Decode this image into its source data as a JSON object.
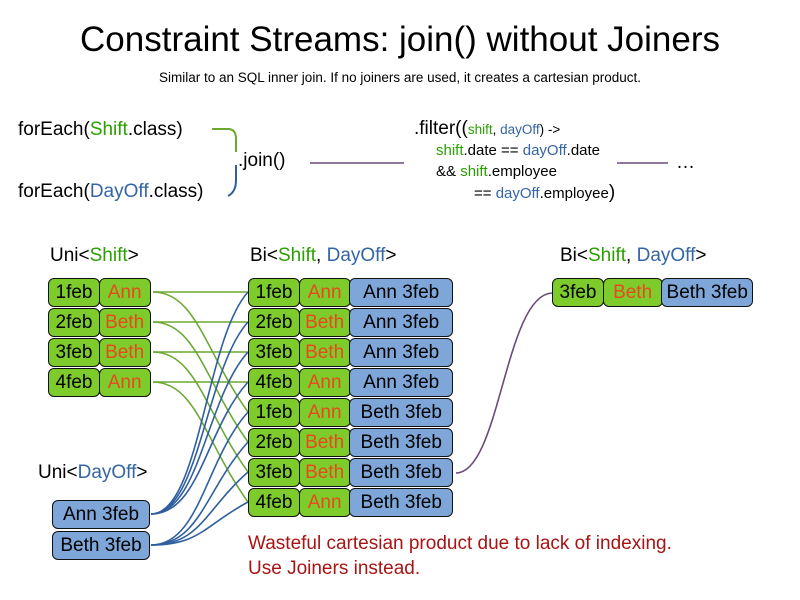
{
  "header": {
    "title": "Constraint Streams: join() without Joiners",
    "subtitle": "Similar to an SQL inner join. If no joiners are used, it creates a cartesian product."
  },
  "code": {
    "foreach_shift": {
      "prefix": "forEach(",
      "type": "Shift",
      "suffix": ".class)"
    },
    "foreach_dayoff": {
      "prefix": "forEach(",
      "type": "DayOff",
      "suffix": ".class)"
    },
    "join_label": ".join()",
    "ellipsis": "…",
    "filter": {
      "line1_prefix": ".filter((",
      "line1_param1": "shift",
      "line1_comma": ", ",
      "line1_param2": "dayOff",
      "line1_suffix": ") ->",
      "line2_a": "shift",
      "line2_b": ".date == ",
      "line2_c": "dayOff",
      "line2_d": ".date",
      "line3_a": "&& ",
      "line3_b": "shift",
      "line3_c": ".employee",
      "line4_a": "== ",
      "line4_b": "dayOff",
      "line4_c": ".employee",
      "line4_paren": ")"
    }
  },
  "captions": {
    "uni_shift": {
      "prefix": "Uni<",
      "type": "Shift",
      "suffix": ">"
    },
    "bi_middle": {
      "prefix": "Bi<",
      "type1": "Shift",
      "comma": ", ",
      "type2": "DayOff",
      "suffix": ">"
    },
    "bi_right": {
      "prefix": "Bi<",
      "type1": "Shift",
      "comma": ", ",
      "type2": "DayOff",
      "suffix": ">"
    },
    "uni_dayoff": {
      "prefix": "Uni<",
      "type": "DayOff",
      "suffix": ">"
    }
  },
  "shifts": [
    {
      "date": "1feb",
      "name": "Ann"
    },
    {
      "date": "2feb",
      "name": "Beth"
    },
    {
      "date": "3feb",
      "name": "Beth"
    },
    {
      "date": "4feb",
      "name": "Ann"
    }
  ],
  "dayoffs": [
    {
      "label": "Ann 3feb"
    },
    {
      "label": "Beth 3feb"
    }
  ],
  "bi_rows": [
    {
      "date": "1feb",
      "name": "Ann",
      "dayoff": "Ann 3feb"
    },
    {
      "date": "2feb",
      "name": "Beth",
      "dayoff": "Ann 3feb"
    },
    {
      "date": "3feb",
      "name": "Beth",
      "dayoff": "Ann 3feb"
    },
    {
      "date": "4feb",
      "name": "Ann",
      "dayoff": "Ann 3feb"
    },
    {
      "date": "1feb",
      "name": "Ann",
      "dayoff": "Beth 3feb"
    },
    {
      "date": "2feb",
      "name": "Beth",
      "dayoff": "Beth 3feb"
    },
    {
      "date": "3feb",
      "name": "Beth",
      "dayoff": "Beth 3feb"
    },
    {
      "date": "4feb",
      "name": "Ann",
      "dayoff": "Beth 3feb"
    }
  ],
  "result_row": {
    "date": "3feb",
    "name": "Beth",
    "dayoff": "Beth 3feb"
  },
  "warning": {
    "line1": "Wasteful cartesian product due to lack of indexing.",
    "line2": "Use Joiners instead."
  },
  "colors": {
    "shift_green": "#7ecb2c",
    "dayoff_blue": "#7ea6d8",
    "name_orange": "#e8491d",
    "type_green": "#2aa000",
    "type_blue": "#3465a4",
    "warning_red": "#a81414",
    "wire_green": "#6aa832",
    "wire_blue": "#2f5f9e",
    "wire_purple": "#6b4a7a"
  }
}
